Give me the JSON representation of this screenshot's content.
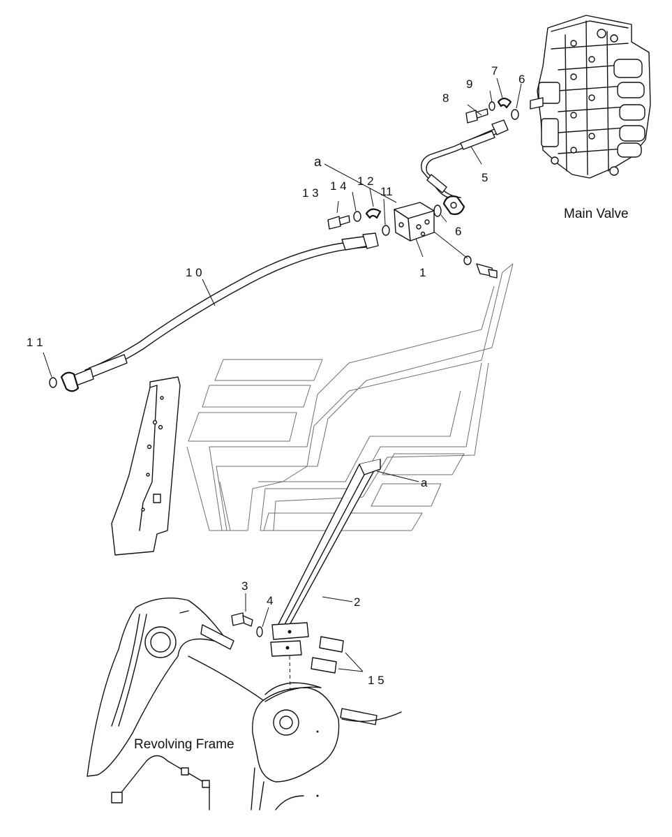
{
  "labels": {
    "main_valve": "Main Valve",
    "revolving_frame": "Revolving Frame",
    "ref_a_top": "a",
    "ref_a_mid": "a"
  },
  "callouts": {
    "c1": "1",
    "c2": "2",
    "c3": "3",
    "c4": "4",
    "c5": "5",
    "c6_top": "6",
    "c6_mid": "6",
    "c7": "7",
    "c8": "8",
    "c9": "9",
    "c10": "1 0",
    "c11_mid": "11",
    "c11_left": "1 1",
    "c12": "1 2",
    "c13": "1 3",
    "c14": "1 4",
    "c15": "1 5"
  }
}
